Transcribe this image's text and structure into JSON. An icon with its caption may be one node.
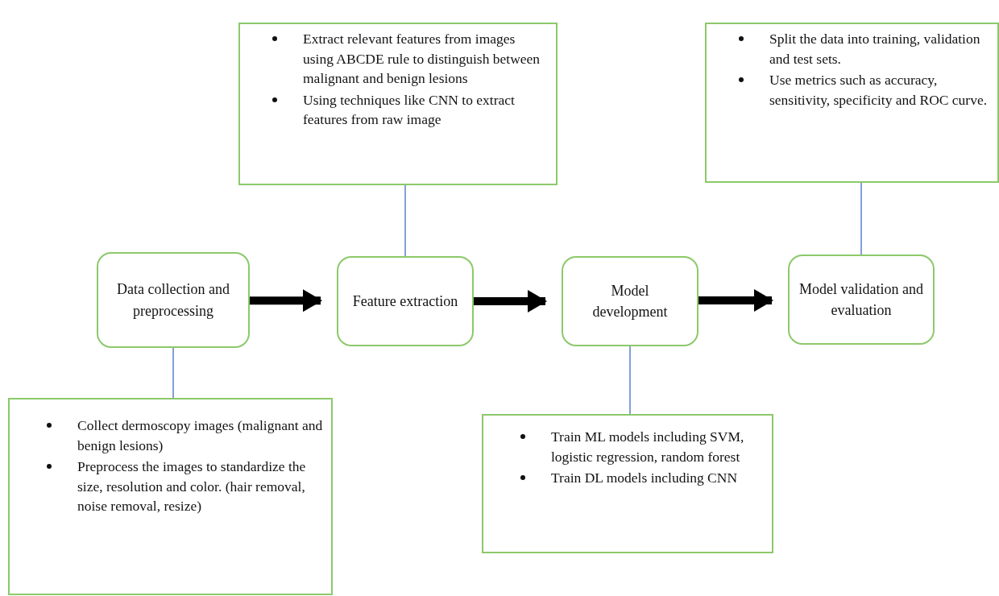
{
  "diagram": {
    "nodes": [
      {
        "text": [
          "Extract relevant features from images using ABCDE rule to distinguish between malignant and benign lesions",
          "Using techniques like CNN to extract features from raw image"
        ]
      },
      {
        "text": [
          "Split the data into training, validation and test sets.",
          "Use metrics such as accuracy, sensitivity, specificity and ROC curve."
        ]
      },
      {
        "text": [
          "Data collection and preprocessing"
        ]
      },
      {
        "text": [
          "Feature extraction"
        ]
      },
      {
        "text": [
          "Model development"
        ]
      },
      {
        "text": [
          "Model validation and evaluation"
        ]
      },
      {
        "text": [
          "Collect dermoscopy images (malignant and benign lesions)",
          "Preprocess the images to standardize the size, resolution and color. (hair removal, noise removal, resize)"
        ]
      },
      {
        "text": [
          "Train ML models including SVM, logistic regression, random forest",
          "Train DL models including CNN"
        ]
      }
    ],
    "edges": [
      {
        "from": 2,
        "to": 3,
        "arrow": "to",
        "style": "thick",
        "color": "#000000"
      },
      {
        "from": 3,
        "to": 4,
        "arrow": "to",
        "style": "thick",
        "color": "#000000"
      },
      {
        "from": 4,
        "to": 5,
        "arrow": "to",
        "style": "thick",
        "color": "#000000"
      },
      {
        "from": 0,
        "to": 3,
        "arrow": "none"
      },
      {
        "from": 1,
        "to": 5,
        "arrow": "none"
      },
      {
        "from": 2,
        "to": 6,
        "arrow": "none"
      },
      {
        "from": 4,
        "to": 7,
        "arrow": "none"
      }
    ]
  }
}
